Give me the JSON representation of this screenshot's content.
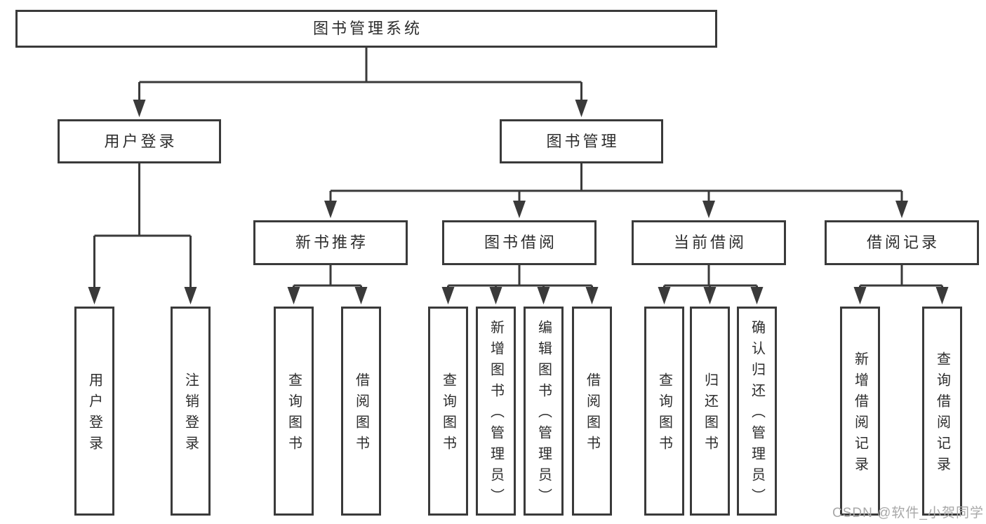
{
  "tree": {
    "root": {
      "label": "图书管理系统",
      "children": [
        {
          "label": "用户登录",
          "children": [
            {
              "label": "用户登录"
            },
            {
              "label": "注销登录"
            }
          ]
        },
        {
          "label": "图书管理",
          "children": [
            {
              "label": "新书推荐",
              "children": [
                {
                  "label": "查询图书"
                },
                {
                  "label": "借阅图书"
                }
              ]
            },
            {
              "label": "图书借阅",
              "children": [
                {
                  "label": "查询图书"
                },
                {
                  "label": "新增图书（管理员）"
                },
                {
                  "label": "编辑图书（管理员）"
                },
                {
                  "label": "借阅图书"
                }
              ]
            },
            {
              "label": "当前借阅",
              "children": [
                {
                  "label": "查询图书"
                },
                {
                  "label": "归还图书"
                },
                {
                  "label": "确认归还（管理员）"
                }
              ]
            },
            {
              "label": "借阅记录",
              "children": [
                {
                  "label": "新增借阅记录"
                },
                {
                  "label": "查询借阅记录"
                }
              ]
            }
          ]
        }
      ]
    }
  },
  "watermark": {
    "text": "CSDN @软件_小贺同学"
  },
  "colors": {
    "line": "#3a3a3a",
    "text": "#2d2d2d",
    "node_background": "#ffffff",
    "watermark": "#a8a8a8"
  }
}
